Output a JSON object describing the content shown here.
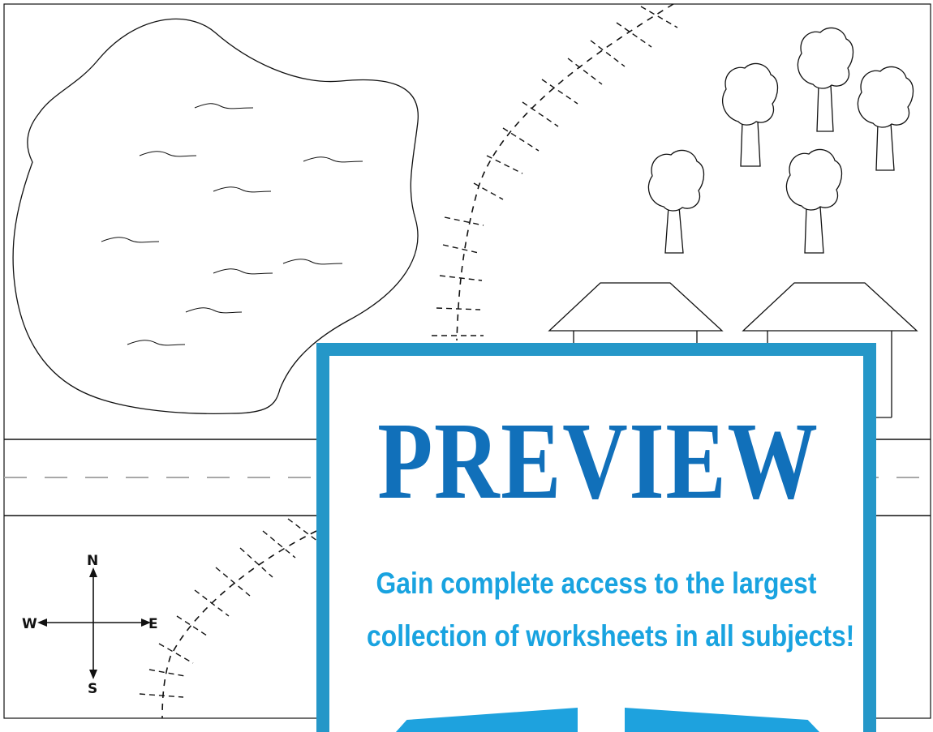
{
  "map": {
    "compass": {
      "north": "N",
      "south": "S",
      "east": "E",
      "west": "W"
    },
    "features": [
      "lake",
      "railroad-track",
      "road",
      "trees",
      "houses"
    ]
  },
  "preview": {
    "title": "PREVIEW",
    "message_line1": "Gain complete access to the largest",
    "message_line2": "collection of worksheets in all subjects!",
    "accent_color": "#2597c8",
    "title_color": "#1170ba",
    "message_color": "#19a3e0"
  }
}
